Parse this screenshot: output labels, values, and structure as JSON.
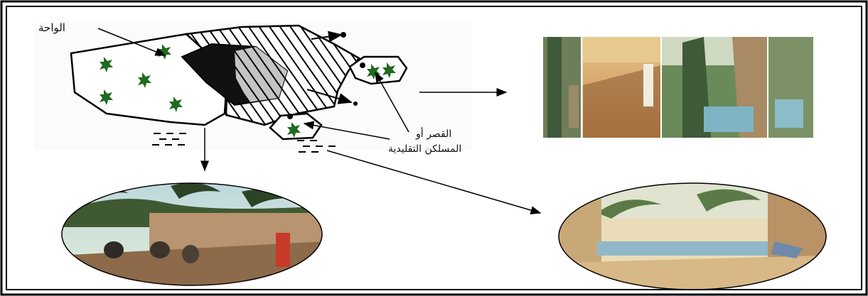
{
  "labels": {
    "oasis": "الواحة",
    "ksar_line1": "القصر أو",
    "ksar_line2": "المسلكن التقليدية"
  },
  "colors": {
    "border": "#000000",
    "palm_marker": "#1f6b1f",
    "hatch": "#000000",
    "sky": "#cfe3e6",
    "sand": "#d8a766",
    "mud_wall": "#b89470"
  }
}
